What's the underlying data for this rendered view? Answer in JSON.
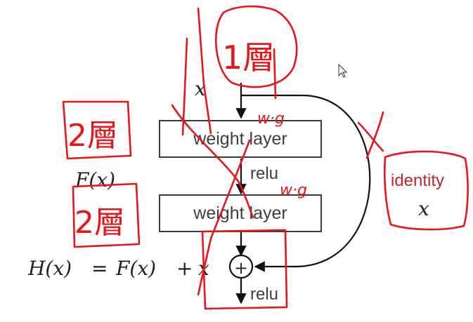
{
  "diagram": {
    "input_label": "x",
    "layer1_label": "weight layer",
    "layer2_label": "weight layer",
    "relu_mid_label": "relu",
    "relu_out_label": "relu",
    "residual_label": "F(x)",
    "identity_label": "identity",
    "identity_var": "x",
    "equation": {
      "lhs": "H(x)",
      "eq": "=",
      "rhs1": "F(x)",
      "plus": "+",
      "rhs2": "x"
    },
    "sum_symbol": "+"
  },
  "annotations": {
    "layer_note_top": "1層",
    "layer_note_mid": "2層",
    "layer_note_bottom": "2層",
    "weight_note_1": "w·g",
    "weight_note_2": "w·g"
  },
  "colors": {
    "ink": "#e8151b",
    "identity_text": "#c0262c",
    "box_stroke": "#3a3a3a",
    "arrow": "#111111"
  }
}
